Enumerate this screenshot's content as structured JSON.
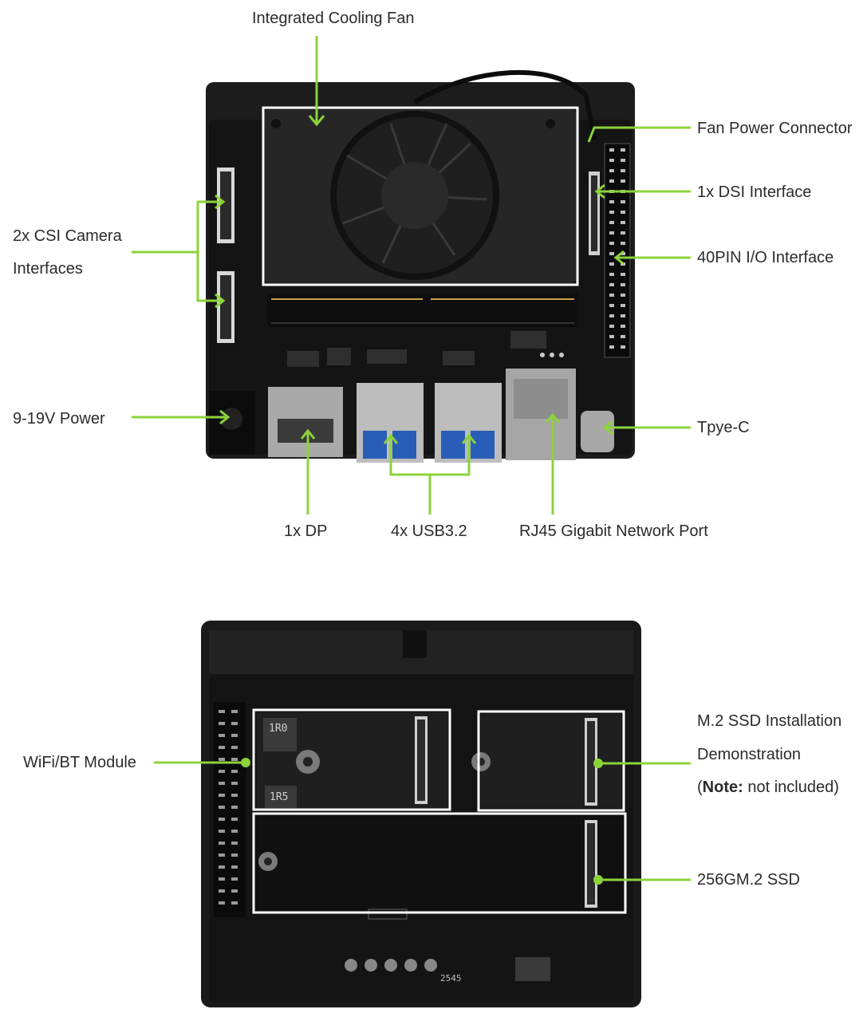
{
  "top": {
    "labels": {
      "fan": "Integrated Cooling Fan",
      "fan_power": "Fan Power Connector",
      "dsi": "1x DSI Interface",
      "gpio": "40PIN I/O Interface",
      "csi_line1": "2x CSI Camera",
      "csi_line2": "Interfaces",
      "power": "9-19V Power",
      "typec": "Tpye-C",
      "dp": "1x DP",
      "usb": "4x USB3.2",
      "rj45": "RJ45 Gigabit Network Port"
    }
  },
  "bottom": {
    "labels": {
      "wifi": "WiFi/BT Module",
      "m2_line1": "M.2 SSD Installation",
      "m2_line2": "Demonstration",
      "note_prefix": "(",
      "note_bold": "Note:",
      "note_rest": " not included)",
      "ssd": "256GM.2 SSD"
    },
    "silkscreen": {
      "inductor1": "1R0",
      "inductor2": "1R5",
      "part": "2545"
    }
  },
  "colors": {
    "accent": "#8cd33a",
    "board": "#1b1b1b",
    "highlight_box": "#ffffff"
  }
}
